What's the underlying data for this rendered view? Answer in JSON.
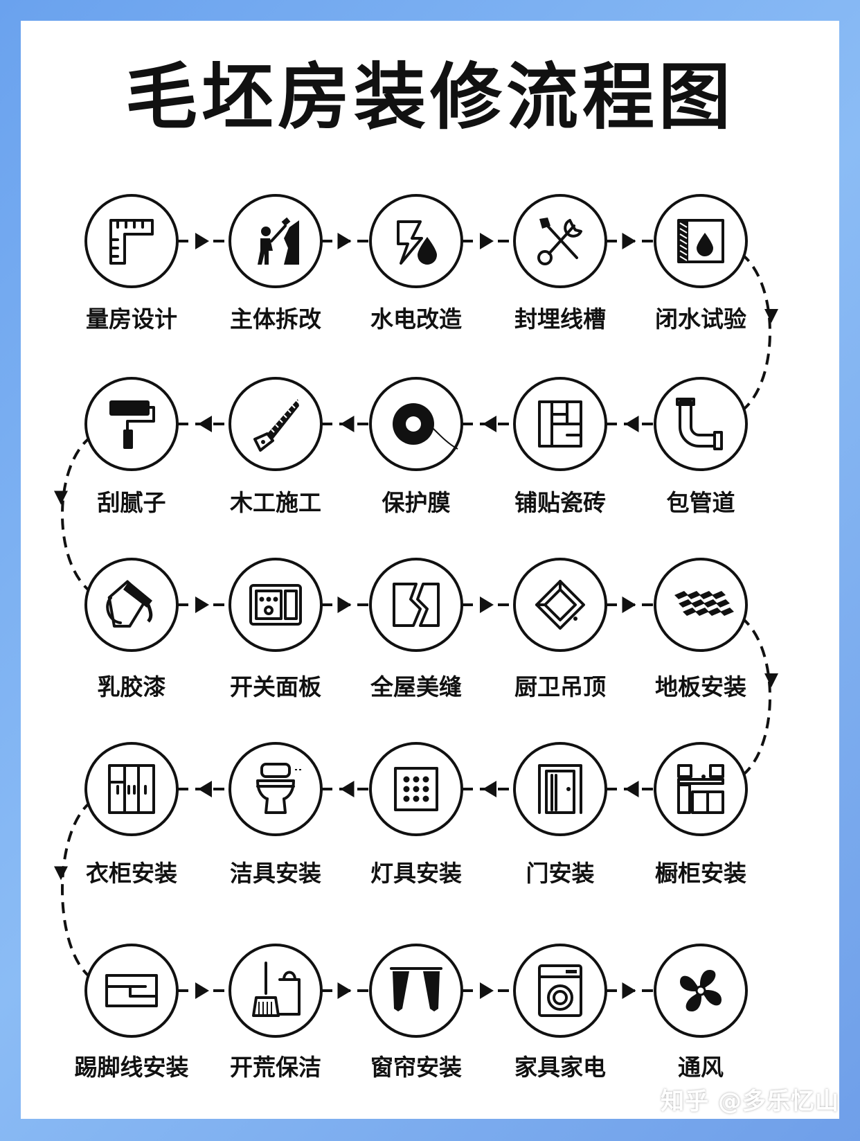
{
  "title": "毛坯房装修流程图",
  "steps": [
    {
      "label": "量房设计",
      "icon": "ruler-icon"
    },
    {
      "label": "主体拆改",
      "icon": "demolition-icon"
    },
    {
      "label": "水电改造",
      "icon": "plumbing-electric-icon"
    },
    {
      "label": "封埋线槽",
      "icon": "tools-icon"
    },
    {
      "label": "闭水试验",
      "icon": "waterproof-test-icon"
    },
    {
      "label": "包管道",
      "icon": "pipe-icon"
    },
    {
      "label": "铺贴瓷砖",
      "icon": "tile-icon"
    },
    {
      "label": "保护膜",
      "icon": "tape-roll-icon"
    },
    {
      "label": "木工施工",
      "icon": "saw-icon"
    },
    {
      "label": "刮腻子",
      "icon": "paint-roller-icon"
    },
    {
      "label": "乳胶漆",
      "icon": "paint-bucket-icon"
    },
    {
      "label": "开关面板",
      "icon": "switch-panel-icon"
    },
    {
      "label": "全屋美缝",
      "icon": "seam-icon"
    },
    {
      "label": "厨卫吊顶",
      "icon": "ceiling-icon"
    },
    {
      "label": "地板安装",
      "icon": "floor-icon"
    },
    {
      "label": "橱柜安装",
      "icon": "kitchen-cabinet-icon"
    },
    {
      "label": "门安装",
      "icon": "door-icon"
    },
    {
      "label": "灯具安装",
      "icon": "light-panel-icon"
    },
    {
      "label": "洁具安装",
      "icon": "toilet-icon"
    },
    {
      "label": "衣柜安装",
      "icon": "wardrobe-icon"
    },
    {
      "label": "踢脚线安装",
      "icon": "skirting-icon"
    },
    {
      "label": "开荒保洁",
      "icon": "cleaning-icon"
    },
    {
      "label": "窗帘安装",
      "icon": "curtain-icon"
    },
    {
      "label": "家具家电",
      "icon": "washing-machine-icon"
    },
    {
      "label": "通风",
      "icon": "fan-icon"
    }
  ],
  "watermark": "知乎 @多乐忆山",
  "colors": {
    "background": "#7aaff0",
    "card": "#ffffff",
    "ink": "#111111"
  }
}
